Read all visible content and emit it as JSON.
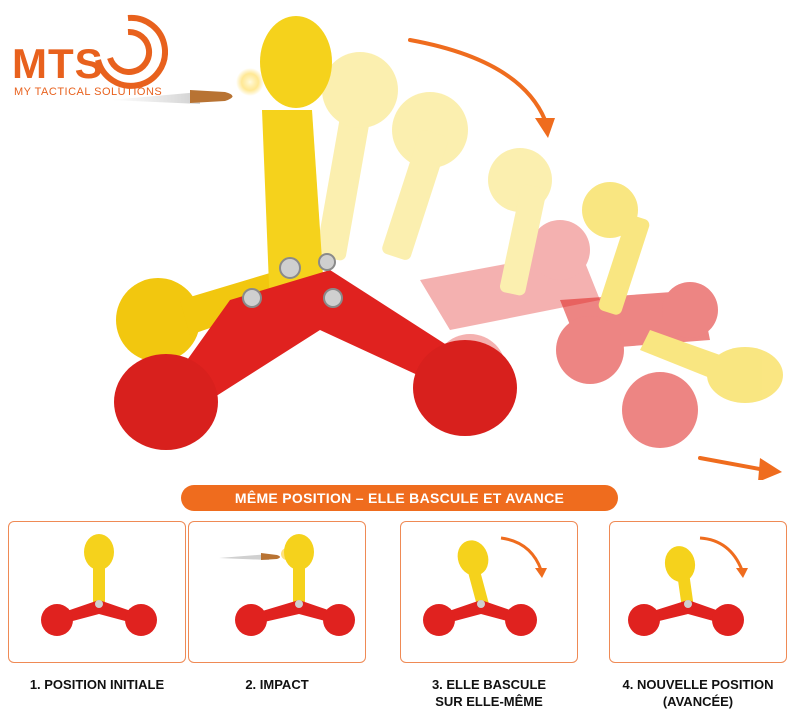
{
  "logo": {
    "name": "MTS",
    "tagline": "MY TACTICAL SOLUTIONS"
  },
  "banner": {
    "text": "MÊME POSITION – ELLE BASCULE ET AVANCE"
  },
  "steps": [
    {
      "label_line1": "1. POSITION INITIALE",
      "label_line2": ""
    },
    {
      "label_line1": "2. IMPACT",
      "label_line2": ""
    },
    {
      "label_line1": "3. ELLE BASCULE",
      "label_line2": "SUR ELLE-MÊME"
    },
    {
      "label_line1": "4. NOUVELLE POSITION",
      "label_line2": "(AVANCÉE)"
    }
  ],
  "colors": {
    "accent": "#ef6c1e",
    "target_yellow": "#f5d21c",
    "target_red": "#e0221f"
  },
  "icons": [
    "bullet-icon",
    "curved-arrow-icon",
    "target-icon"
  ]
}
